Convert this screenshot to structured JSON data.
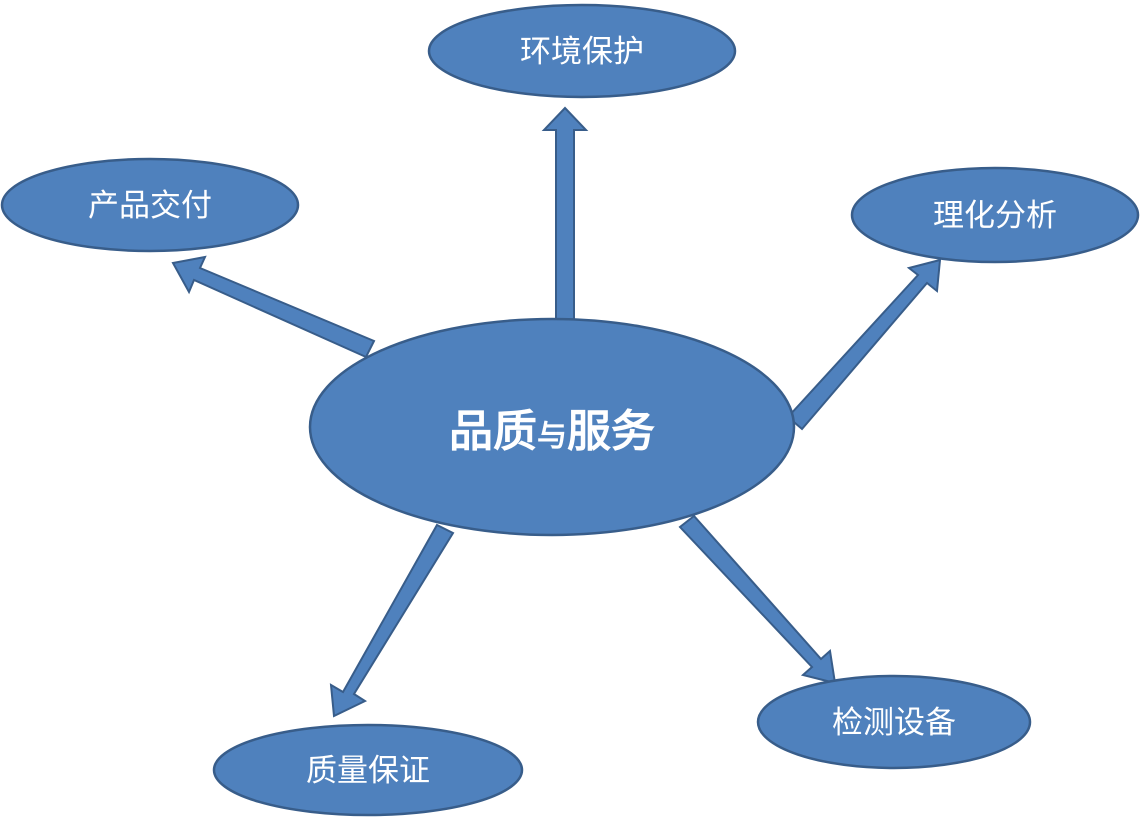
{
  "center": {
    "part1": "品质",
    "connector": "与",
    "part2": "服务"
  },
  "nodes": {
    "environment": "环境保护",
    "delivery": "产品交付",
    "analysis": "理化分析",
    "quality": "质量保证",
    "testing": "检测设备"
  },
  "colors": {
    "fill": "#4F81BD",
    "stroke": "#385D8A",
    "text": "#FFFFFF"
  }
}
